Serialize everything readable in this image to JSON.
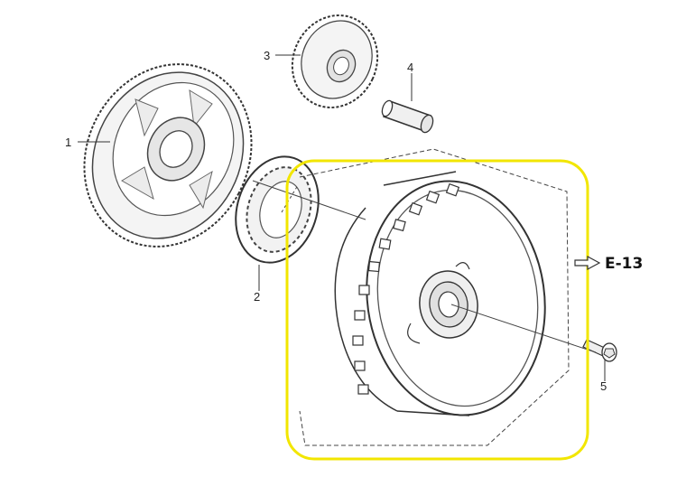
{
  "diagram": {
    "callouts": [
      {
        "id": "part-1",
        "label": "1"
      },
      {
        "id": "part-2",
        "label": "2"
      },
      {
        "id": "part-3",
        "label": "3"
      },
      {
        "id": "part-4",
        "label": "4"
      },
      {
        "id": "part-5",
        "label": "5"
      }
    ],
    "reference": {
      "arrow_icon": "outline-arrow-right-icon",
      "label": "E-13"
    },
    "highlight_color": "#f2e600",
    "line_color": "#333333"
  }
}
